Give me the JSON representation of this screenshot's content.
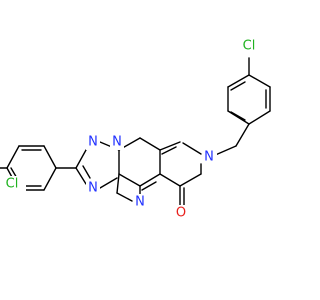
{
  "atoms": {
    "chlorine_top": "Cl",
    "chlorine_left": "Cl",
    "nitrogen_ring": "N",
    "nitrogen_tri_1": "N",
    "nitrogen_tri_2": "N",
    "nitrogen_tri_3": "N",
    "nitrogen_pyr": "N",
    "oxygen": "O"
  },
  "colors": {
    "carbon_bond": "#000000",
    "nitrogen": "#2030ff",
    "chlorine": "#1fb21f",
    "oxygen": "#e8201c"
  }
}
